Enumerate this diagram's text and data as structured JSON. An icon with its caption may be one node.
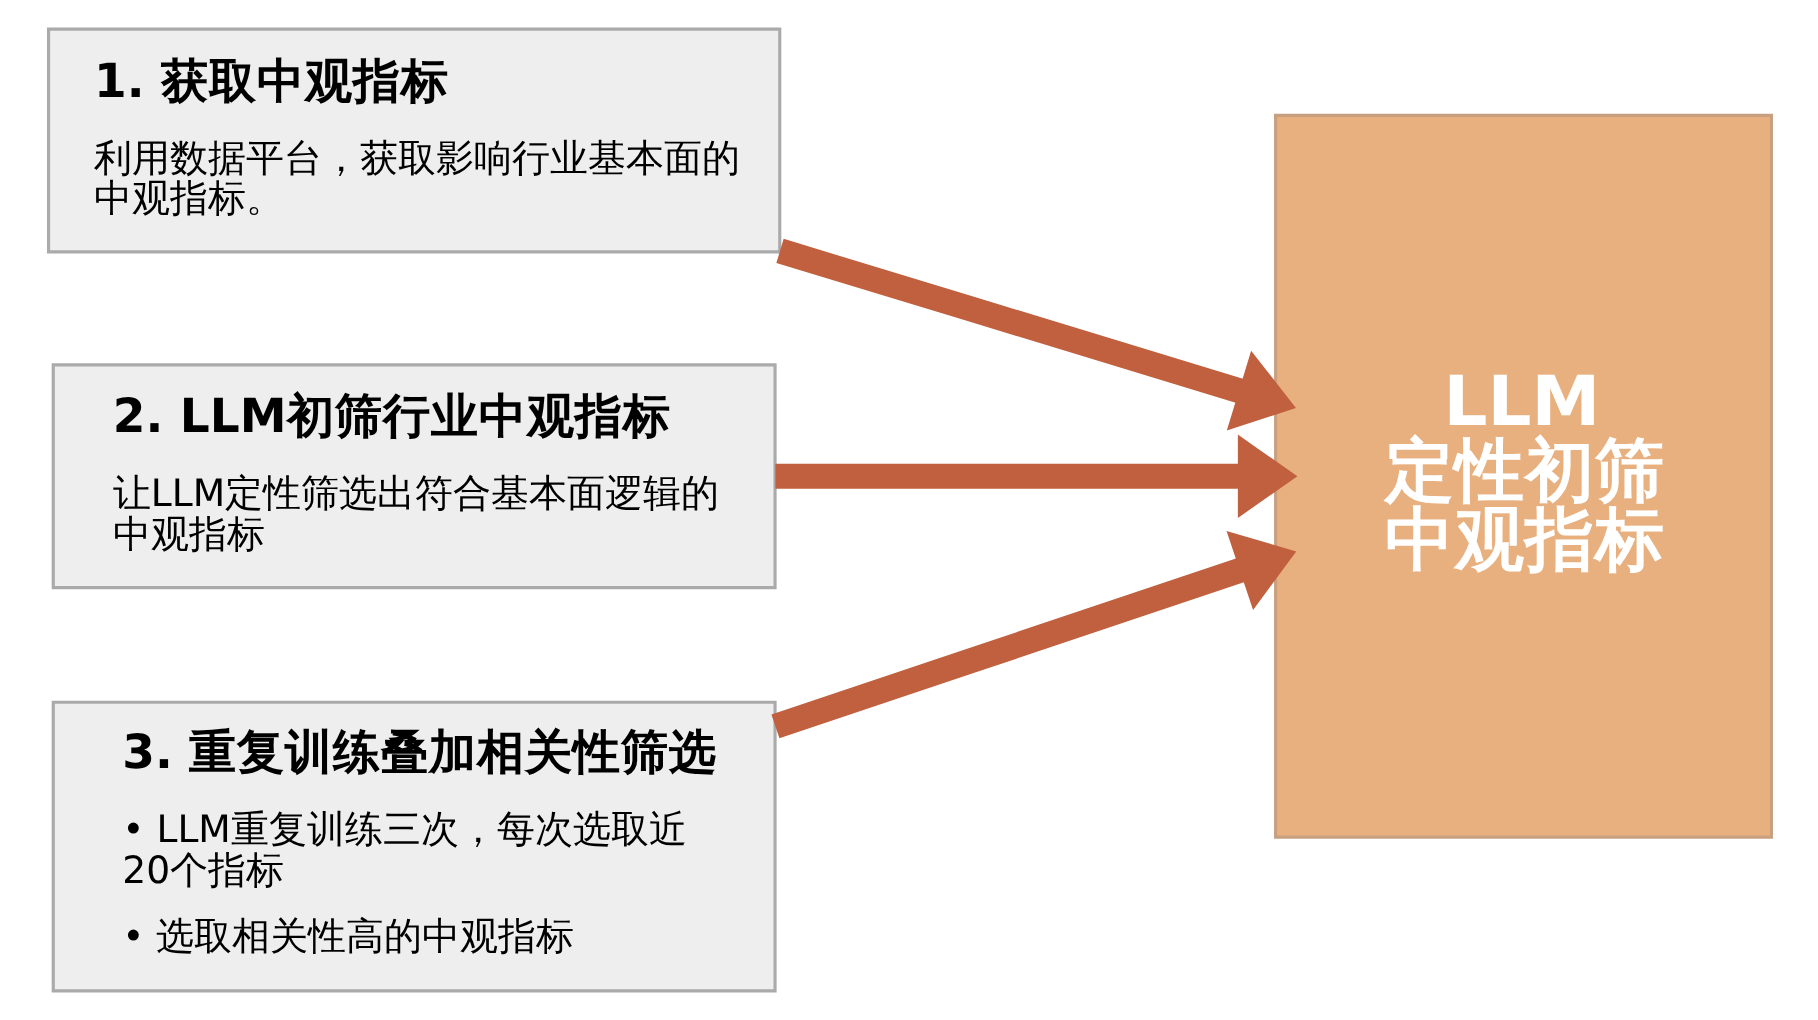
{
  "diagram": {
    "nodes": [
      {
        "text": [
          "1. 获取中观指标",
          "利用数据平台，获取影响行业基本面的中观指标。"
        ]
      },
      {
        "text": [
          "2. LLM初筛行业中观指标",
          "让LLM定性筛选出符合基本面逻辑的中观指标"
        ]
      },
      {
        "text": [
          "3. 重复训练叠加相关性筛选",
          "• LLM重复训练三次，每次选取近20个指标",
          "• 选取相关性高的中观指标"
        ]
      },
      {
        "text": [
          "LLM",
          "定性初筛中观指标"
        ]
      }
    ],
    "edges": [
      {
        "from": 0,
        "to": 3,
        "arrow": "to"
      },
      {
        "from": 1,
        "to": 3,
        "arrow": "to"
      },
      {
        "from": 2,
        "to": 3,
        "arrow": "to"
      }
    ]
  }
}
